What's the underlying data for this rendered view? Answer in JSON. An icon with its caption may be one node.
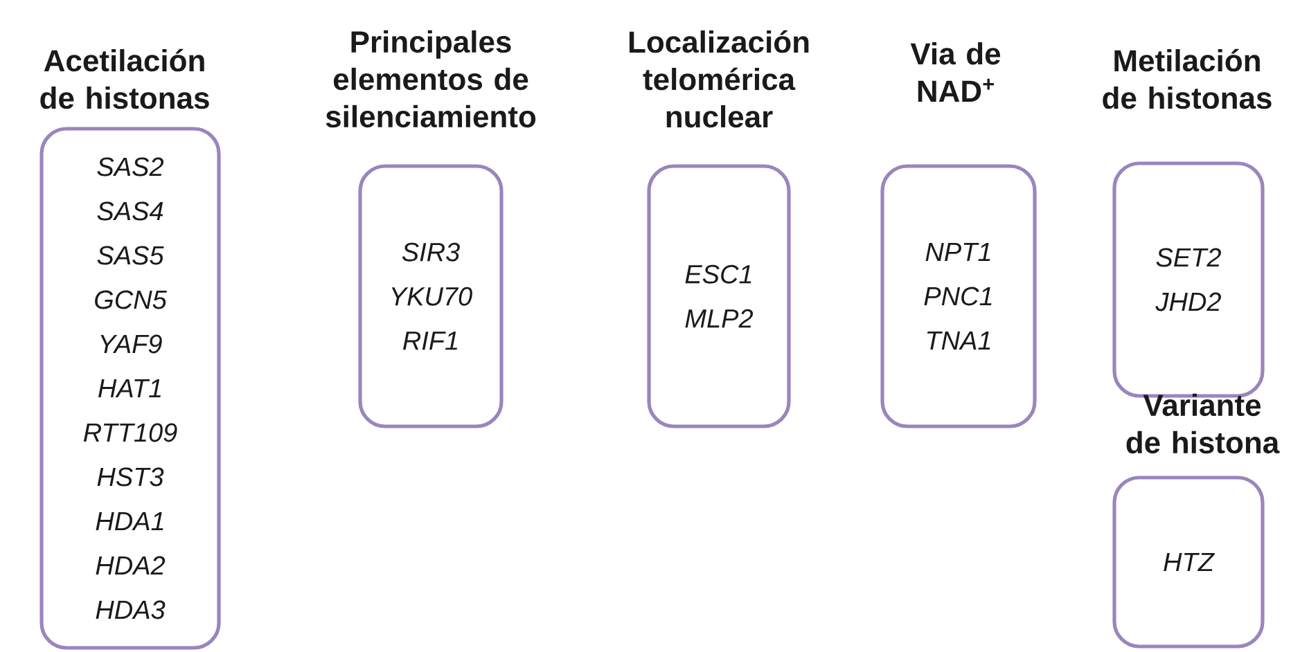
{
  "diagram": {
    "nodes": [
      {
        "text": [
          "Acetilación de histonas",
          "SAS2",
          "SAS4",
          "SAS5",
          "GCN5",
          "YAF9",
          "HAT1",
          "RTT109",
          "HST3",
          "HDA1",
          "HDA2",
          "HDA3"
        ]
      },
      {
        "text": [
          "Principales elementos de silenciamiento",
          "SIR3",
          "YKU70",
          "RIF1"
        ]
      },
      {
        "text": [
          "Localización telomérica nuclear",
          "ESC1",
          "MLP2"
        ]
      },
      {
        "text": [
          "Via de NAD$^{+}$",
          "NPT1",
          "PNC1",
          "TNA1"
        ]
      },
      {
        "text": [
          "Metilación de histonas",
          "SET2",
          "JHD2"
        ]
      },
      {
        "text": [
          "Variante de histona",
          "HTZ"
        ]
      }
    ]
  }
}
